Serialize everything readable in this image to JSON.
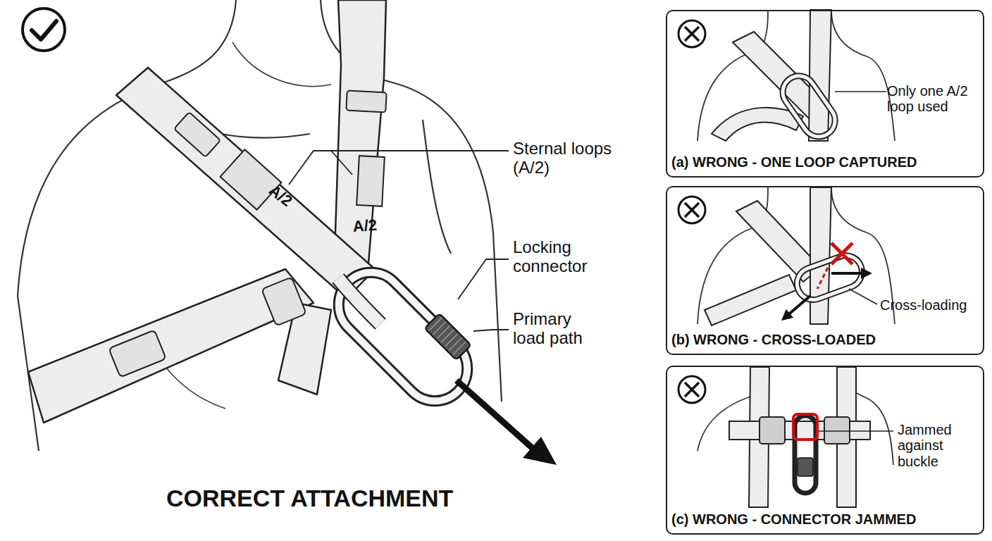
{
  "diagram": {
    "nodes": [
      {
        "text": [
          "Only one A/2 loop used",
          "(a) WRONG - ONE LOOP CAPTURED"
        ]
      },
      {
        "text": [
          "Cross-loading",
          "(b) WRONG - CROSS-LOADED"
        ]
      },
      {
        "text": [
          "Jammed against buckle",
          "(c) WRONG - CONNECTOR JAMMED"
        ]
      }
    ],
    "labels": [
      "Sternal loops (A/2)",
      "A/2",
      "A/2",
      "Locking connector",
      "Primary load path",
      "CORRECT ATTACHMENT"
    ]
  }
}
